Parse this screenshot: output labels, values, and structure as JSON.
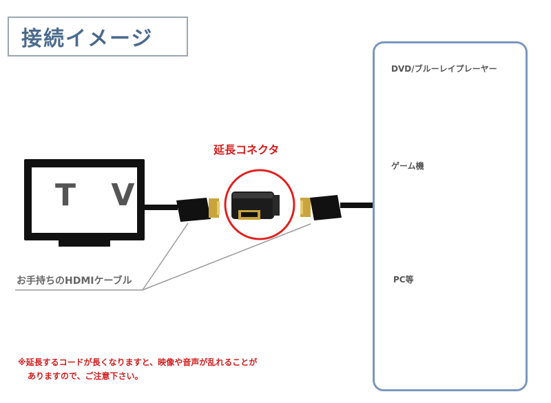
{
  "title": "接続イメージ",
  "tv_label": "T V",
  "connector_label": "延長コネクタ",
  "cable_label": "お手持ちのHDMIケーブル",
  "devices": {
    "dvd": "DVD/ブルーレイプレーヤー",
    "game": "ゲーム機",
    "pc": "PC等"
  },
  "note": {
    "line1": "※延長するコードが長くなりますと、映像や音声が乱れることが",
    "line2": "ありますので、ご注意下さい。"
  },
  "colors": {
    "title_text": "#4b6a8c",
    "panel_border": "#7a96bd",
    "accent_red": "#d21d1d",
    "ellipse_red": "#e02020"
  }
}
